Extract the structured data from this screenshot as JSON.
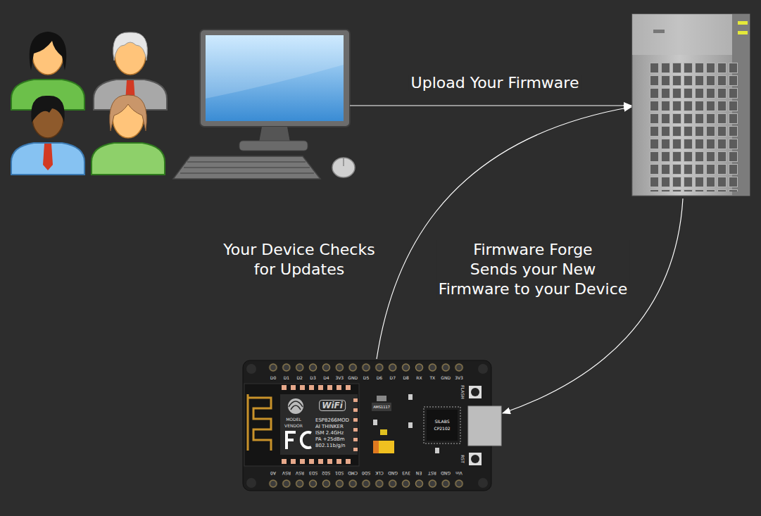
{
  "diagram": {
    "labels": [
      "Upload Your Firmware",
      "Your Device Checks for Updates",
      "Firmware Forge Sends your New Firmware to your Device",
      "D0",
      "D1",
      "D2",
      "D3",
      "D4",
      "3V3",
      "GND",
      "D5",
      "D6",
      "D7",
      "D8",
      "RX",
      "TX",
      "GND",
      "3V3",
      "WiFi",
      "MODEL",
      "VENDOR",
      "ESP8266MOD",
      "AI THINKER",
      "ISM 2.4GHz",
      "PA +25dBm",
      "802.11b/g/n",
      "AMS1117",
      "SILABS",
      "CP2102",
      "FLASH",
      "RST",
      "A0",
      "RSV",
      "RSV",
      "SD3",
      "SD2",
      "SD1",
      "CMD",
      "SD0",
      "CLK",
      "GND",
      "3V3",
      "EN",
      "RST",
      "GND",
      "Vin"
    ]
  }
}
